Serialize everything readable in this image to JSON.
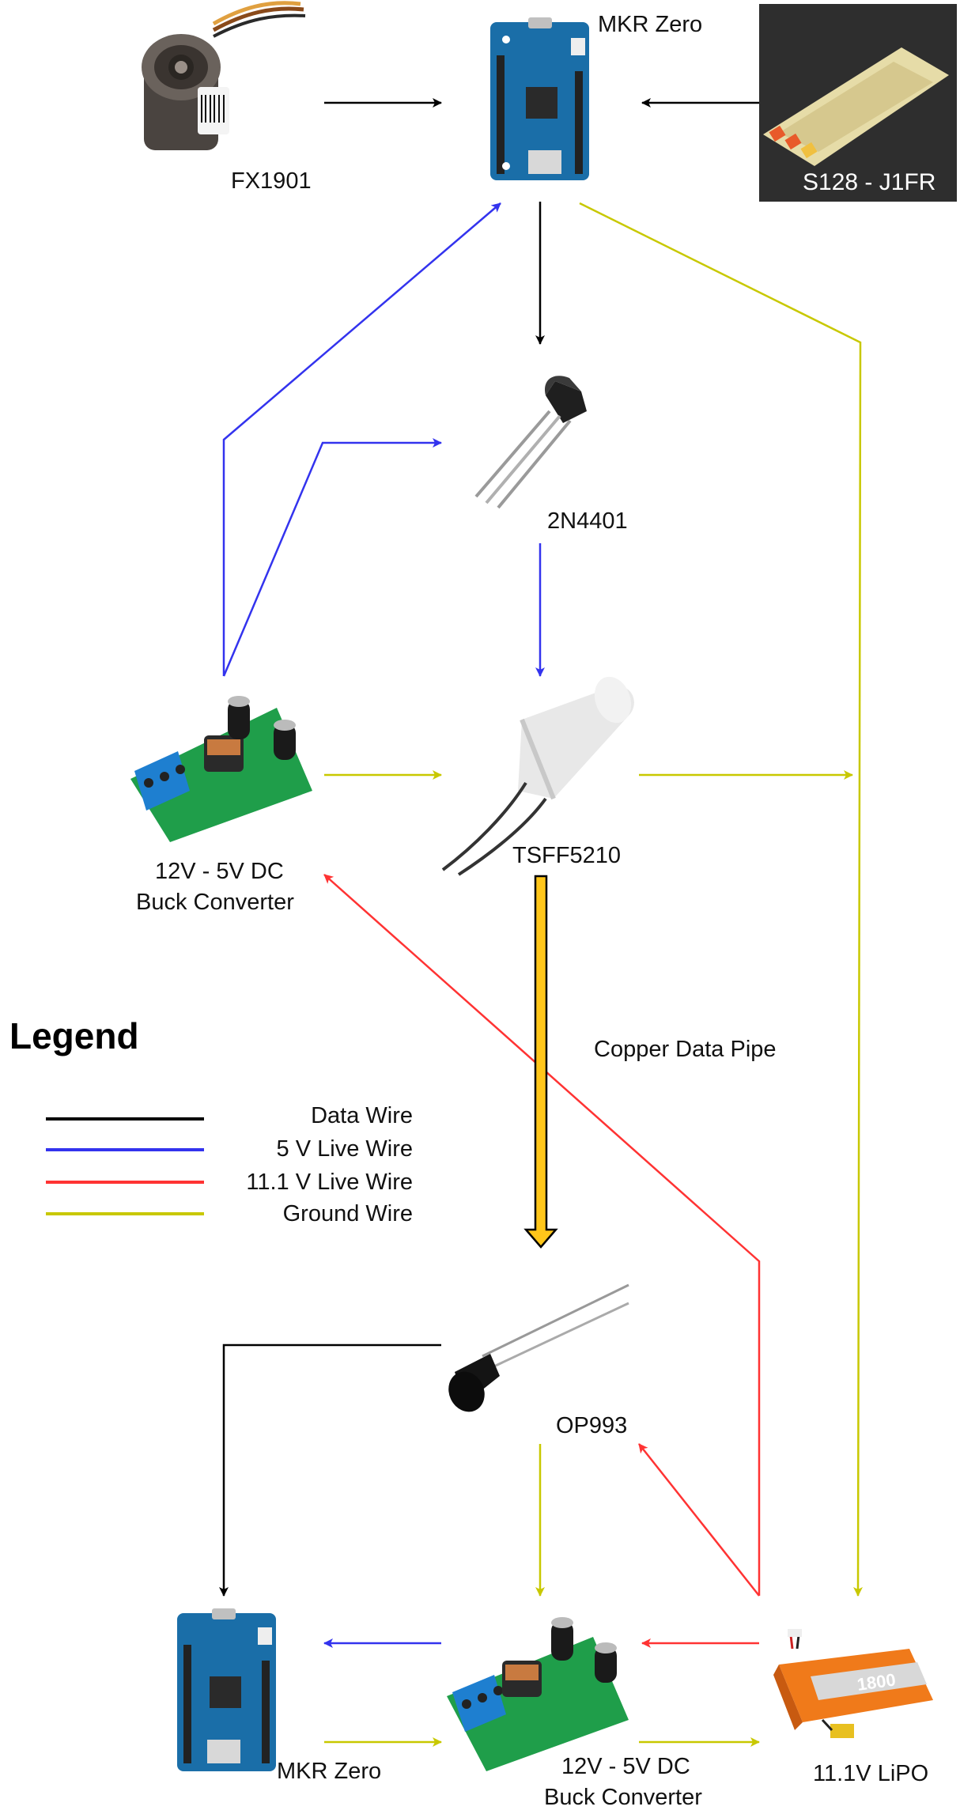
{
  "components": {
    "fx1901": {
      "label": "FX1901"
    },
    "mkr_top": {
      "label": "MKR Zero"
    },
    "s128": {
      "label": "S128 - J1FR"
    },
    "transistor": {
      "label": "2N4401"
    },
    "buck_top": {
      "label_line1": "12V - 5V DC",
      "label_line2": "Buck Converter"
    },
    "led": {
      "label": "TSFF5210"
    },
    "pipe": {
      "label": "Copper Data Pipe"
    },
    "photo": {
      "label": "OP993"
    },
    "mkr_bottom": {
      "label": "MKR Zero"
    },
    "buck_bottom": {
      "label_line1": "12V - 5V DC",
      "label_line2": "Buck Converter"
    },
    "lipo": {
      "label": "11.1V LiPO",
      "brand": "1800"
    }
  },
  "legend": {
    "title": "Legend",
    "items": [
      {
        "label": "Data Wire",
        "color": "#000000"
      },
      {
        "label": "5 V Live Wire",
        "color": "#3333ee"
      },
      {
        "label": "11.1 V Live Wire",
        "color": "#ff3333"
      },
      {
        "label": "Ground Wire",
        "color": "#c8c800"
      }
    ]
  },
  "colors": {
    "data": "#000000",
    "live5v": "#3333ee",
    "live11v": "#ff3333",
    "ground": "#c8c800",
    "pipe": "#ffc61a",
    "pcb_blue": "#1a6ea8",
    "pcb_green": "#1f9e4a"
  }
}
